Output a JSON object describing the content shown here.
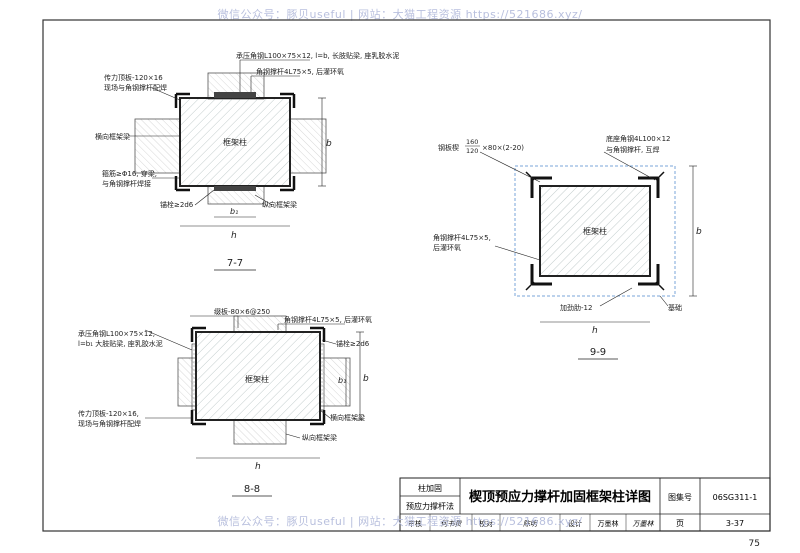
{
  "watermark": {
    "top": "微信公众号：豚贝useful | 网站：大猫工程资源 https://521686.xyz/",
    "bottom": "微信公众号：豚贝useful | 网站：大猫工程资源 https://521686.xyz/"
  },
  "detail_77": {
    "title": "7-7",
    "note_bearing_angle": "承压角钢L100×75×12, l=b, 长肢贴梁, 座乳胶水泥",
    "note_strut_angle": "角钢撑杆4L75×5, 后灌环氧",
    "note_top_plate_1": "传力顶板-120×16",
    "note_top_plate_2": "现场与角钢撑杆配焊",
    "note_transverse_beam": "横向框架梁",
    "note_stirrup_1": "箍筋≥Φ16, 穿梁,",
    "note_stirrup_2": "与角钢撑杆焊接",
    "note_anchor": "锚栓≥2d6",
    "note_longitudinal_beam": "纵向框架梁",
    "column_label": "框架柱",
    "dim_b": "b",
    "dim_b1": "b₁",
    "dim_h": "h"
  },
  "detail_88": {
    "title": "8-8",
    "note_batten": "缀板-80×6@250",
    "note_strut_angle": "角钢撑杆4L75×5, 后灌环氧",
    "note_bearing_angle_1": "承压角钢L100×75×12,",
    "note_bearing_angle_2": "l=b₁ 大肢贴梁, 座乳胶水泥",
    "note_anchor": "锚栓≥2d6",
    "note_top_plate_1": "传力顶板-120×16,",
    "note_top_plate_2": "现场与角钢撑杆配焊",
    "note_transverse_beam": "横向框架梁",
    "note_longitudinal_beam": "纵向框架梁",
    "column_label": "框架柱",
    "dim_b": "b",
    "dim_b1": "b₁",
    "dim_h": "h"
  },
  "detail_99": {
    "title": "9-9",
    "note_steel_plate_a": "钢板楔",
    "note_steel_plate_num": "160",
    "note_steel_plate_den": "120",
    "note_steel_plate_b": "×80×(2-20)",
    "note_base_angle_1": "底座角钢4L100×12",
    "note_base_angle_2": "与角钢撑杆, 互焊",
    "note_strut_angle_1": "角钢撑杆4L75×5,",
    "note_strut_angle_2": "后灌环氧",
    "note_stiffener": "加劲肋-12",
    "note_foundation": "基础",
    "column_label": "框架柱",
    "dim_b": "b",
    "dim_h": "h"
  },
  "title_block": {
    "category_1": "柱加固",
    "category_2": "预应力撑杆法",
    "main_title": "楔顶预应力撑杆加固框架柱详图",
    "atlas_label": "图集号",
    "atlas_no": "06SG311-1",
    "review_label": "审核",
    "review_name": "何书贵",
    "check_label": "校对",
    "check_name": "陈明",
    "design_label": "设计",
    "design_name": "万墨林",
    "design_sign": "万墨林",
    "page_label": "页",
    "page_no": "3-37"
  },
  "page_number": "75"
}
